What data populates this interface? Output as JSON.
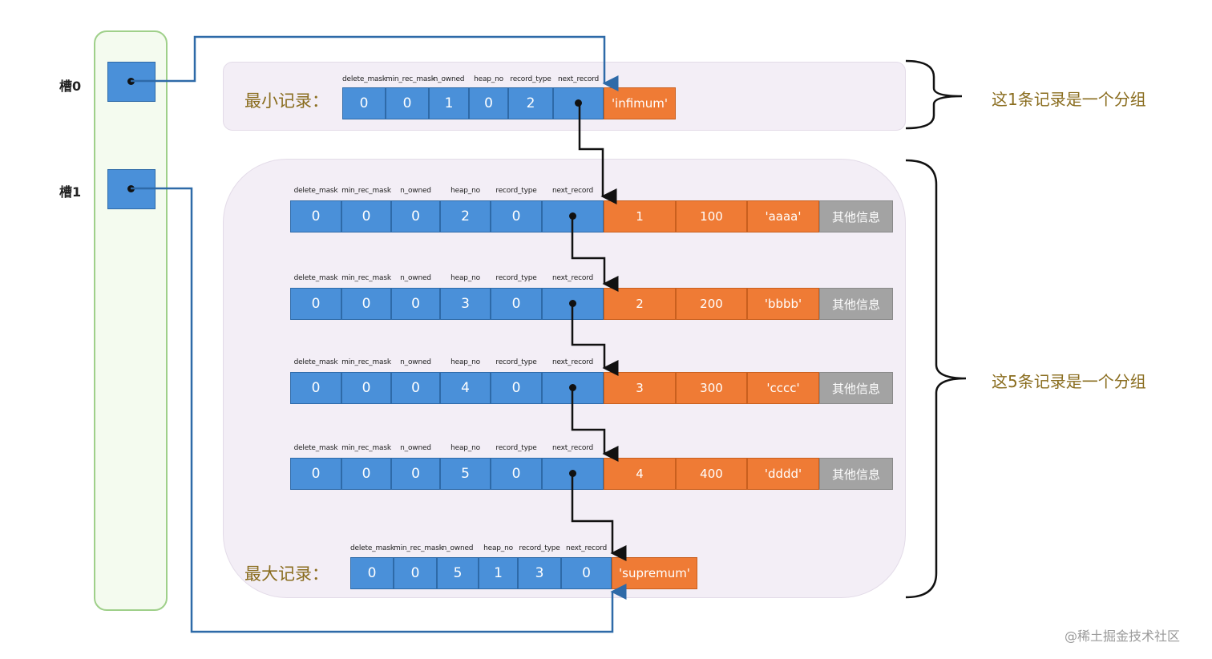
{
  "slots": [
    {
      "label": "槽0"
    },
    {
      "label": "槽1"
    }
  ],
  "header_fields": [
    "delete_mask",
    "min_rec_mask",
    "n_owned",
    "heap_no",
    "record_type",
    "next_record"
  ],
  "infimum": {
    "title": "最小记录：",
    "values": [
      "0",
      "0",
      "1",
      "0",
      "2",
      ""
    ],
    "data": "'infimum'"
  },
  "records": [
    {
      "values": [
        "0",
        "0",
        "0",
        "2",
        "0",
        ""
      ],
      "cols": [
        "1",
        "100",
        "'aaaa'"
      ],
      "other": "其他信息"
    },
    {
      "values": [
        "0",
        "0",
        "0",
        "3",
        "0",
        ""
      ],
      "cols": [
        "2",
        "200",
        "'bbbb'"
      ],
      "other": "其他信息"
    },
    {
      "values": [
        "0",
        "0",
        "0",
        "4",
        "0",
        ""
      ],
      "cols": [
        "3",
        "300",
        "'cccc'"
      ],
      "other": "其他信息"
    },
    {
      "values": [
        "0",
        "0",
        "0",
        "5",
        "0",
        ""
      ],
      "cols": [
        "4",
        "400",
        "'dddd'"
      ],
      "other": "其他信息"
    }
  ],
  "supremum": {
    "title": "最大记录：",
    "values": [
      "0",
      "0",
      "5",
      "1",
      "3",
      "0"
    ],
    "data": "'supremum'"
  },
  "group_notes": [
    "这1条记录是一个分组",
    "这5条记录是一个分组"
  ],
  "watermark": "@稀土掘金技术社区",
  "colors": {
    "field_blue": "#4a90d9",
    "data_orange": "#ef7b35",
    "other_gray": "#a3a3a3",
    "pointer_blue": "#2e6aa8",
    "note_gold": "#8a6d1f"
  }
}
